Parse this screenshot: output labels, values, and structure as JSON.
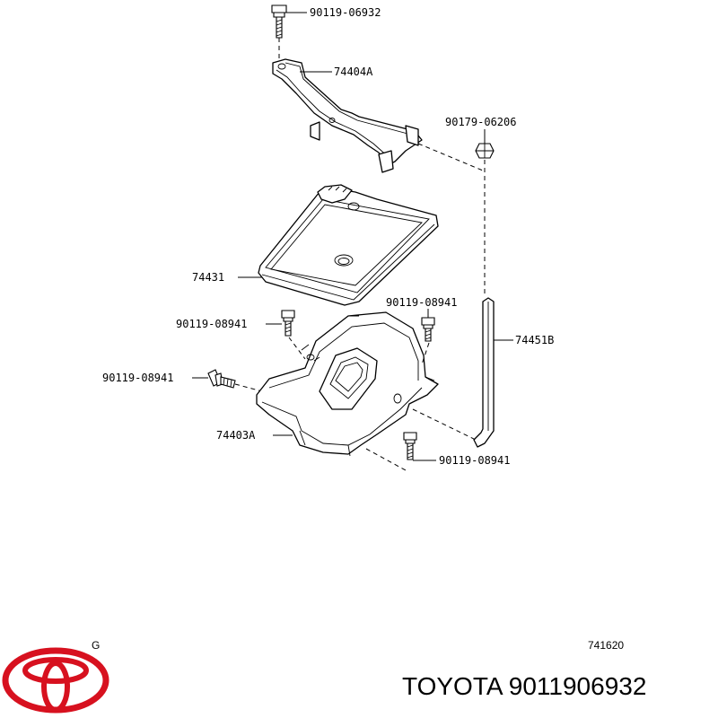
{
  "labels": {
    "bolt_top": "90119-06932",
    "bracket": "74404A",
    "nut": "90179-06206",
    "cover": "74431",
    "bolt_right_upper": "90119-08941",
    "bolt_left_upper": "90119-08941",
    "bolt_left_lower": "90119-08941",
    "rod": "74451B",
    "tray": "74403A",
    "bolt_bottom": "90119-08941"
  },
  "footer": {
    "letter": "G",
    "code": "741620",
    "caption": "TOYOTA 9011906932"
  },
  "colors": {
    "logo": "#d7111f",
    "ink": "#000000"
  }
}
